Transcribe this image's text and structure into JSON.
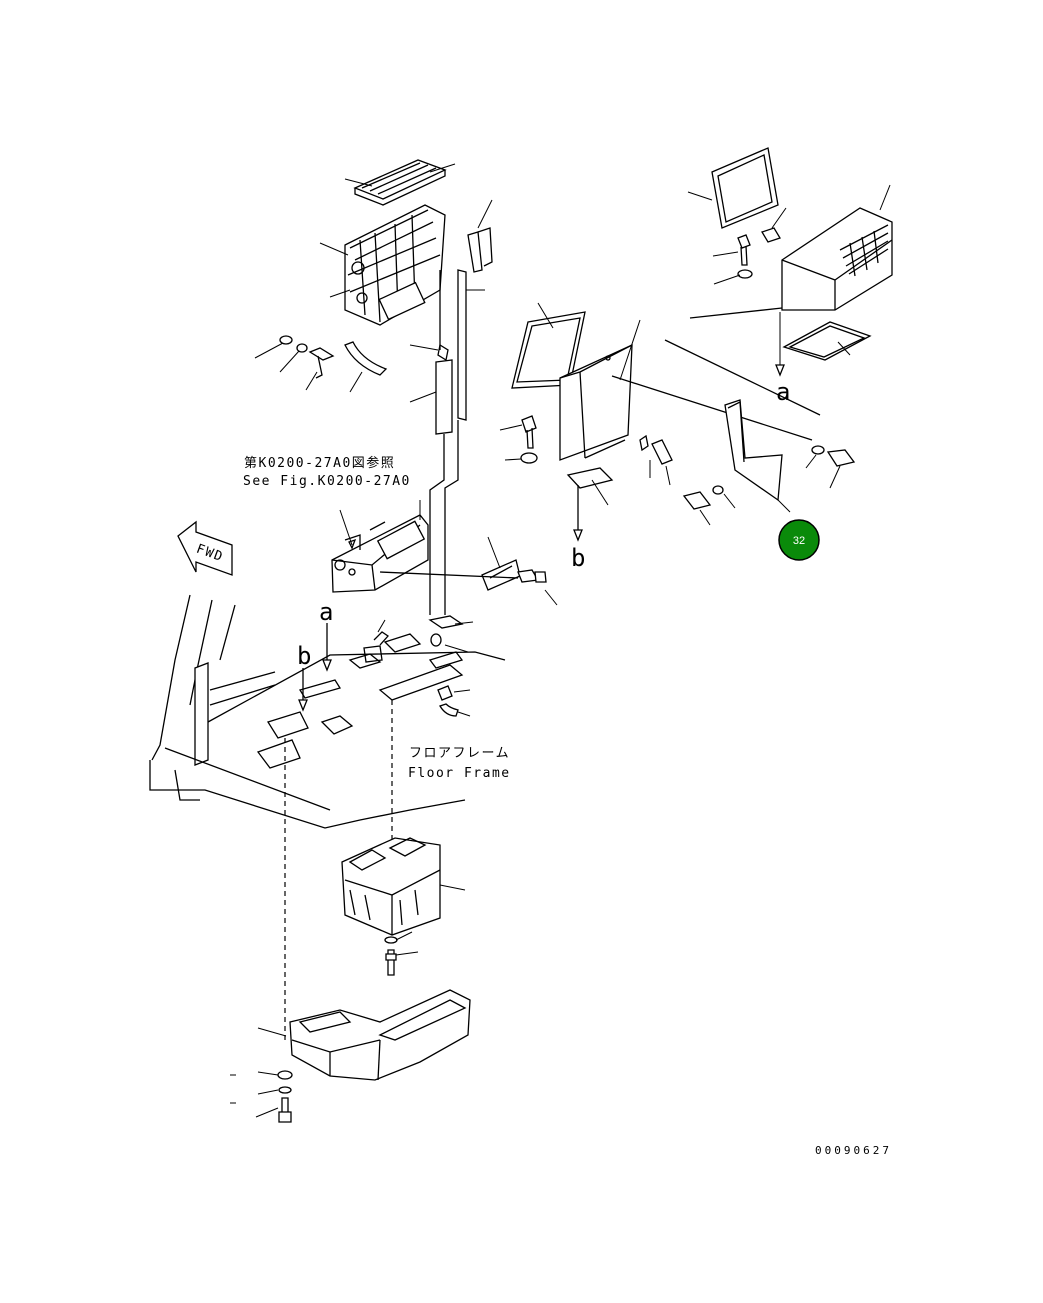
{
  "references": {
    "see_fig_jp": "第K0200-27A0図参照",
    "see_fig_en": "See Fig.K0200-27A0"
  },
  "floor_frame": {
    "label_jp": "フロアフレーム",
    "label_en": "Floor Frame"
  },
  "fwd_label": "FWD",
  "view_markers": [
    "a",
    "b"
  ],
  "callout_badge": {
    "number": "32",
    "color": "#0a8a0a"
  },
  "document_number": "00090627"
}
